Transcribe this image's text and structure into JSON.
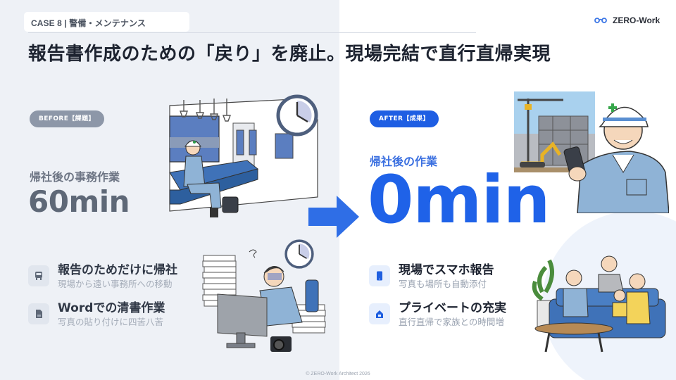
{
  "header": {
    "case_badge": "CASE 8 | 警備・メンテナンス",
    "logo_text": "ZERO-Work",
    "logo_icon": "glasses-link-icon",
    "title": "報告書作成のための「戻り」を廃止。現場完結で直行直帰実現"
  },
  "before": {
    "pill": "BEFORE【課題】",
    "metric_label": "帰社後の事務作業",
    "metric_value": "60min",
    "features": [
      {
        "icon": "train-icon",
        "title": "報告のためだけに帰社",
        "subtitle": "現場から遠い事務所への移動"
      },
      {
        "icon": "document-icon",
        "title": "Wordでの清書作業",
        "subtitle": "写真の貼り付けに四苦八苦"
      }
    ],
    "illustrations": [
      "worker-on-train-with-clock",
      "worker-stressed-at-desk-with-clock"
    ]
  },
  "after": {
    "pill": "AFTER【成果】",
    "metric_label": "帰社後の作業",
    "metric_value": "0min",
    "features": [
      {
        "icon": "smartphone-icon",
        "title": "現場でスマホ報告",
        "subtitle": "写真も場所も自動添付"
      },
      {
        "icon": "home-icon",
        "title": "プライベートの充実",
        "subtitle": "直行直帰で家族との時間増"
      }
    ],
    "illustrations": [
      "worker-with-smartphone-at-construction-site",
      "family-on-sofa"
    ]
  },
  "colors": {
    "accent": "#1f62e8",
    "before_pill": "#8d97a8",
    "left_bg": "#eef1f6",
    "title": "#1d2330"
  },
  "footer": {
    "text": "© ZERO-Work Architect 2026"
  }
}
